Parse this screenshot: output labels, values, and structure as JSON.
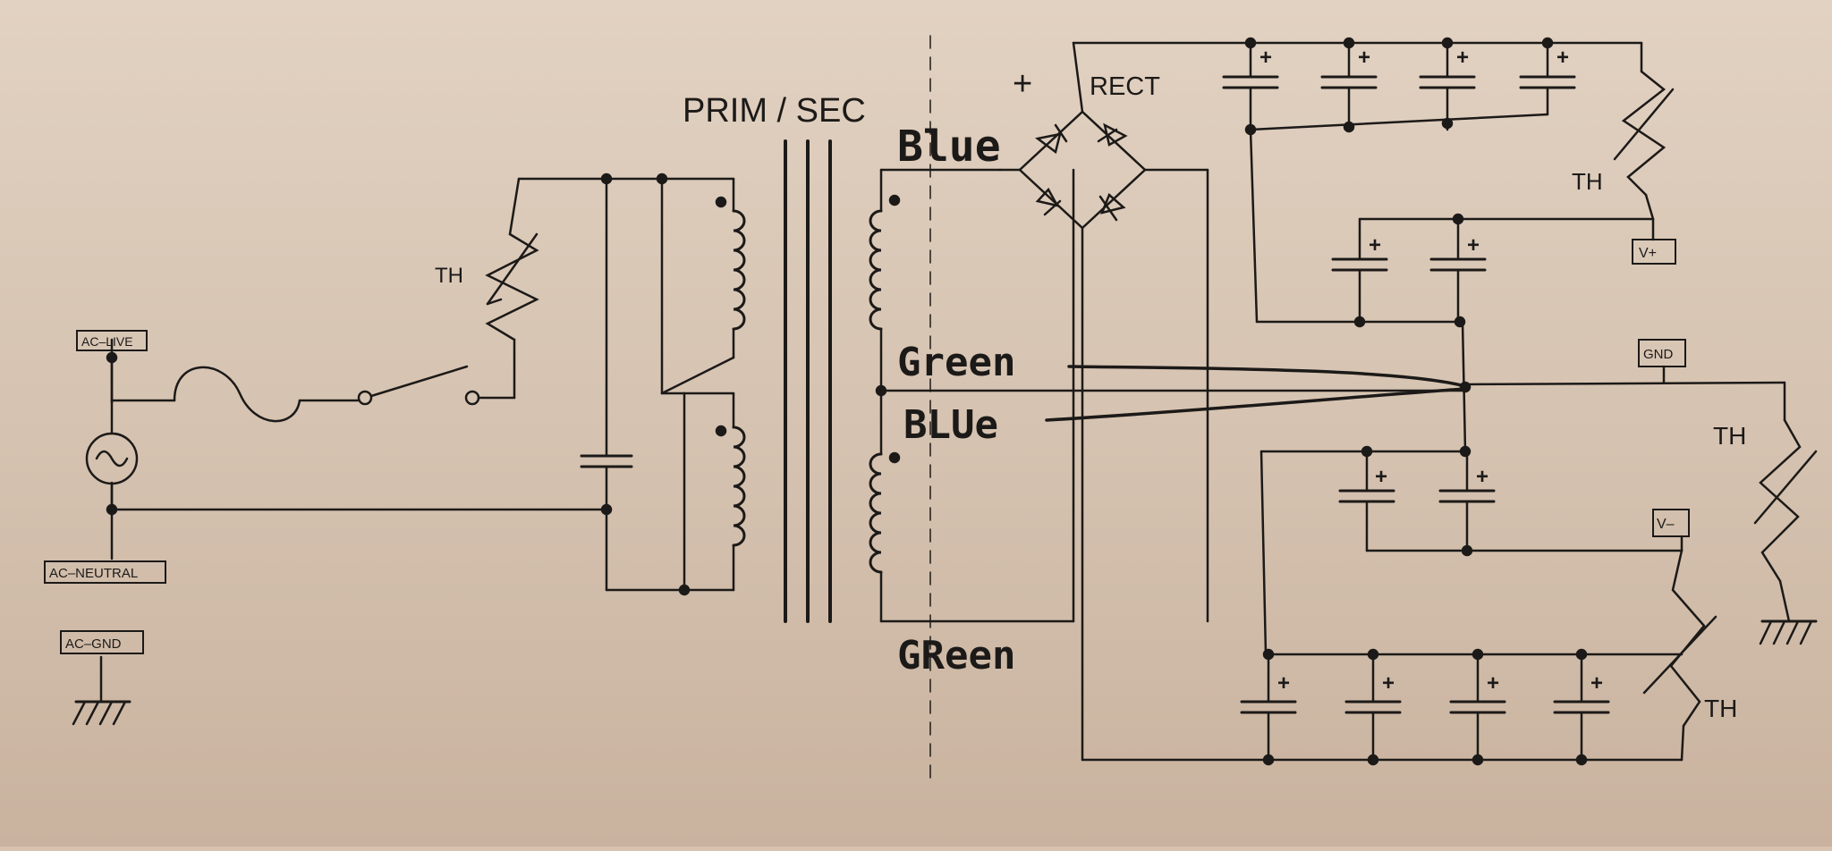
{
  "diagram": {
    "title": "PRIM  / SEC",
    "rectifier_label": "RECT",
    "plus_sign": "+",
    "thermistor_label": "TH",
    "cap_polarity": "+",
    "terminals": {
      "ac_live": "AC–LIVE",
      "ac_neutral": "AC–NEUTRAL",
      "ac_gnd": "AC–GND",
      "v_plus": "V+",
      "gnd": "GND",
      "v_minus": "V–"
    },
    "handwritten": {
      "blue_top": "Blue",
      "green_mid": "Green",
      "blue_mid": "BLUe",
      "green_bottom": "GReen"
    }
  },
  "colors": {
    "paper": "#d7c3b0",
    "ink": "#1c1a18"
  },
  "icons": [
    "ac-source-icon",
    "fuse-icon",
    "switch-icon",
    "thermistor-icon",
    "capacitor-icon",
    "inductor-coil-icon",
    "diode-icon",
    "ground-icon"
  ]
}
